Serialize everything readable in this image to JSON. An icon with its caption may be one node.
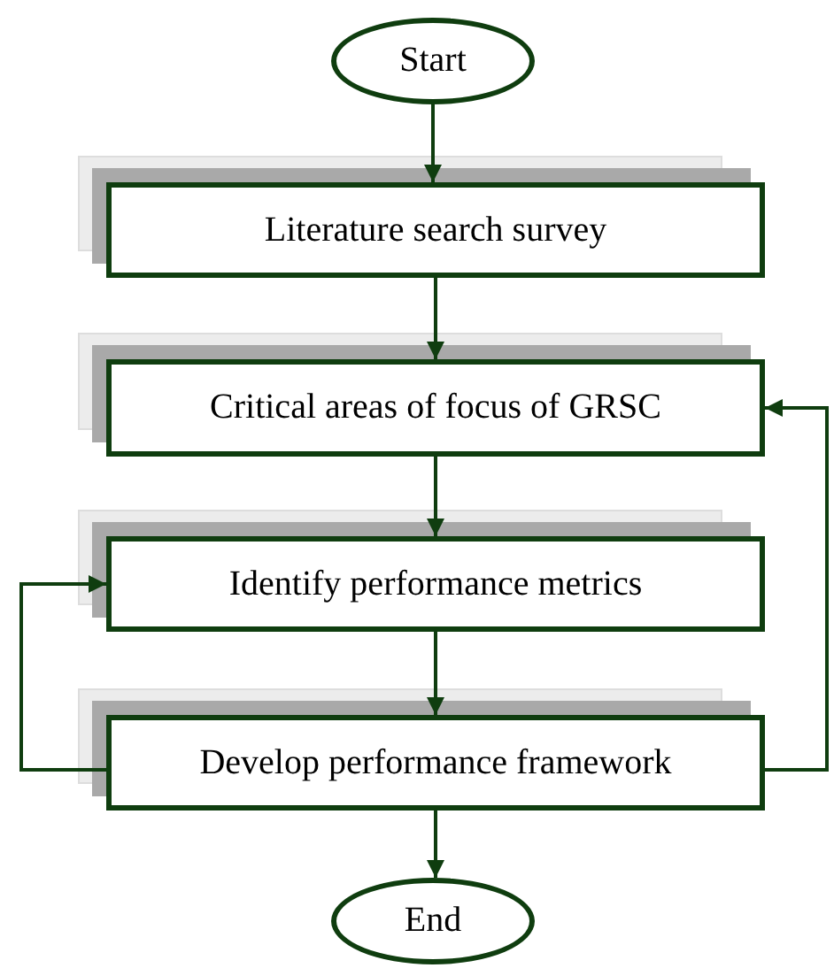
{
  "diagram": {
    "nodes": [
      {
        "text": [
          "Start"
        ]
      },
      {
        "text": [
          "Literature search survey"
        ]
      },
      {
        "text": [
          "Critical areas of focus of GRSC"
        ]
      },
      {
        "text": [
          "Identify performance metrics"
        ]
      },
      {
        "text": [
          "Develop performance framework"
        ]
      },
      {
        "text": [
          "End"
        ]
      }
    ],
    "edges": [
      {
        "from": 0,
        "to": 1,
        "arrow": "to"
      },
      {
        "from": 1,
        "to": 2,
        "arrow": "to"
      },
      {
        "from": 2,
        "to": 3,
        "arrow": "to"
      },
      {
        "from": 3,
        "to": 4,
        "arrow": "to"
      },
      {
        "from": 4,
        "to": 5,
        "arrow": "to"
      },
      {
        "from": 4,
        "to": 3,
        "arrow": "to"
      },
      {
        "from": 4,
        "to": 2,
        "arrow": "to"
      }
    ]
  }
}
